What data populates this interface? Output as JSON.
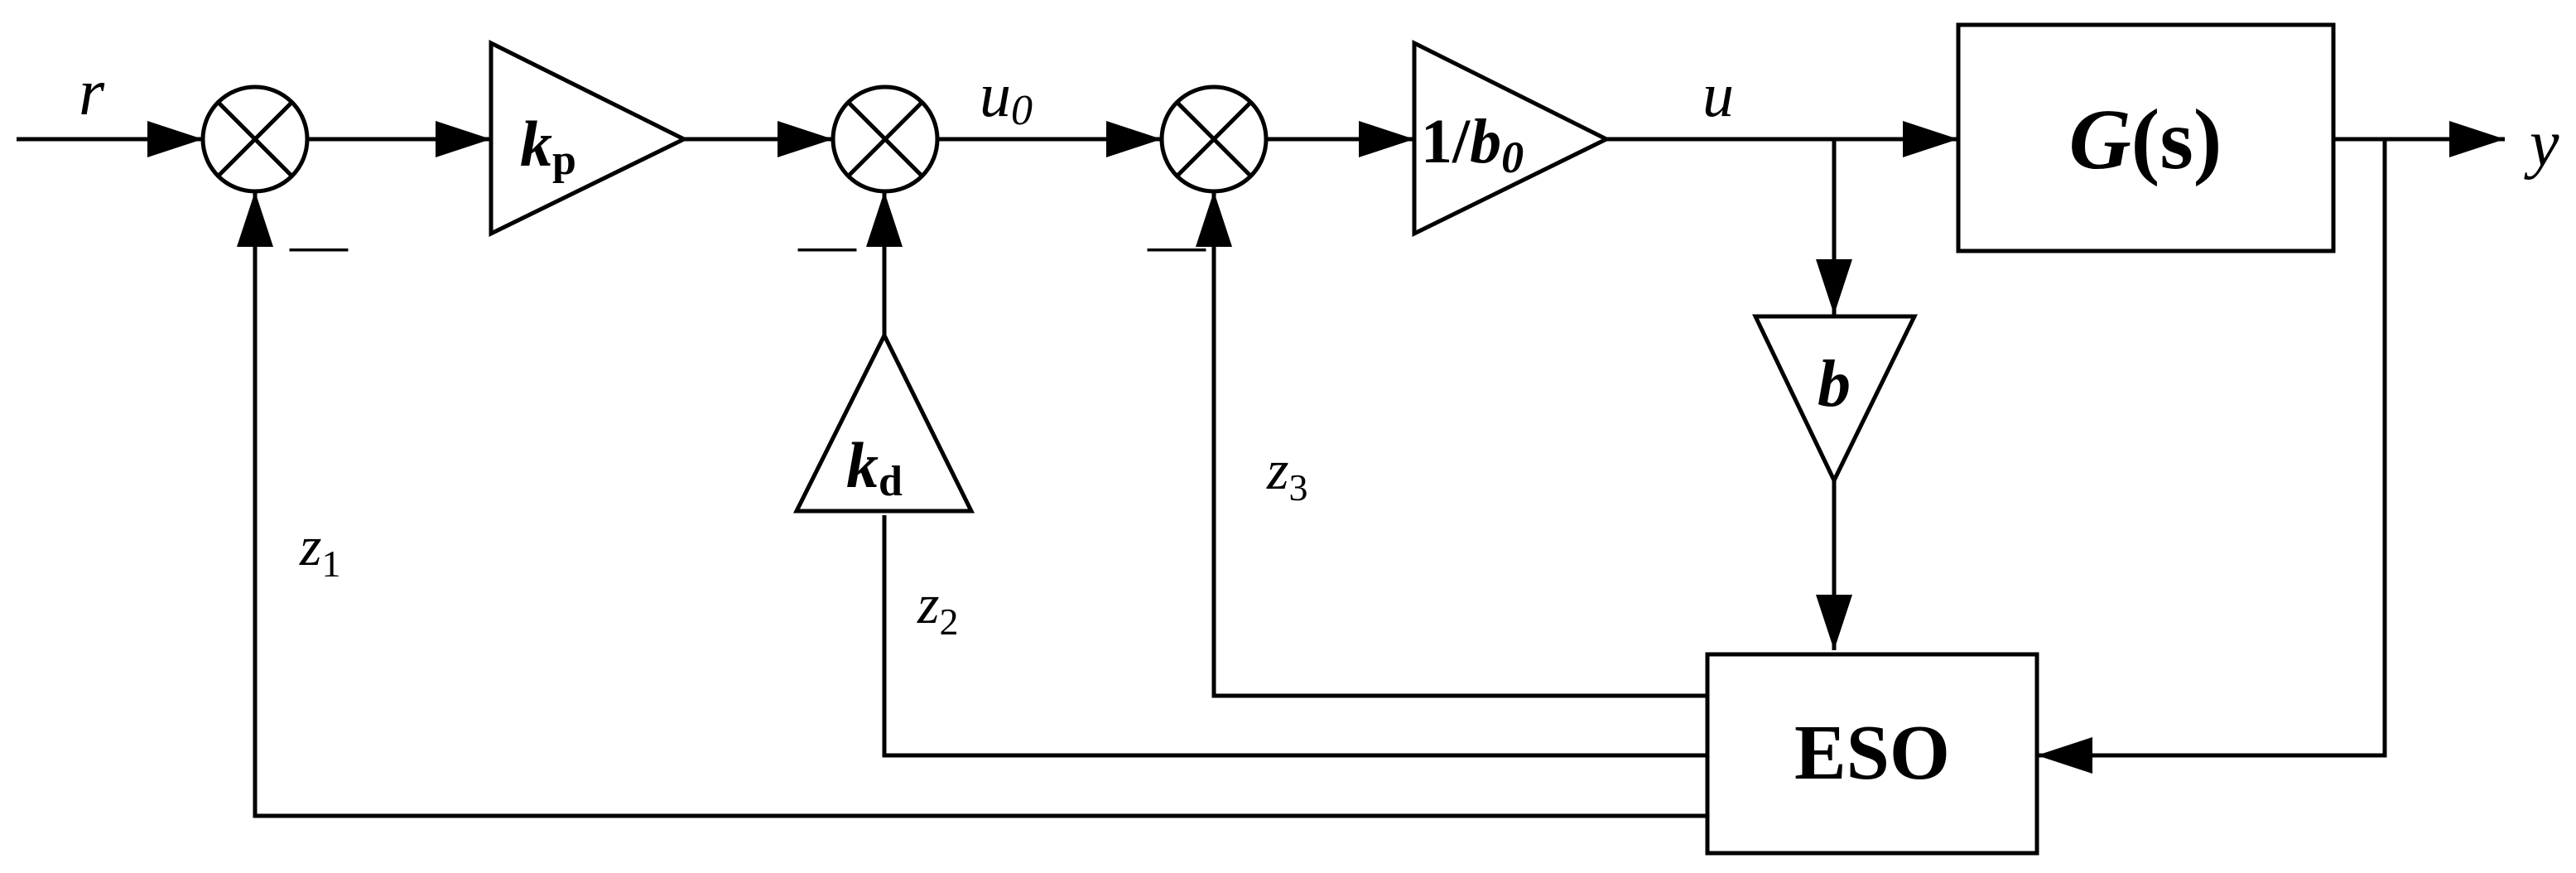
{
  "signals": {
    "reference": "r",
    "output": "y",
    "virtual_control": "u",
    "virtual_control_sub": "0",
    "control": "u",
    "estimate_1": "z",
    "estimate_1_sub": "1",
    "estimate_2": "z",
    "estimate_2_sub": "2",
    "estimate_3": "z",
    "estimate_3_sub": "3"
  },
  "blocks": {
    "proportional_gain": "k",
    "proportional_gain_sub": "p",
    "derivative_gain": "k",
    "derivative_gain_sub": "d",
    "inverse_gain_num": "1/",
    "inverse_gain_den": "b",
    "inverse_gain_den_sub": "0",
    "plant_gain": "b",
    "plant_g": "G",
    "plant_paren_open": "(",
    "plant_s": "s",
    "plant_paren_close": ")",
    "observer": "ESO"
  },
  "signs": {
    "sum1_minus": "—",
    "sum2_minus": "—",
    "sum3_minus": "—"
  }
}
